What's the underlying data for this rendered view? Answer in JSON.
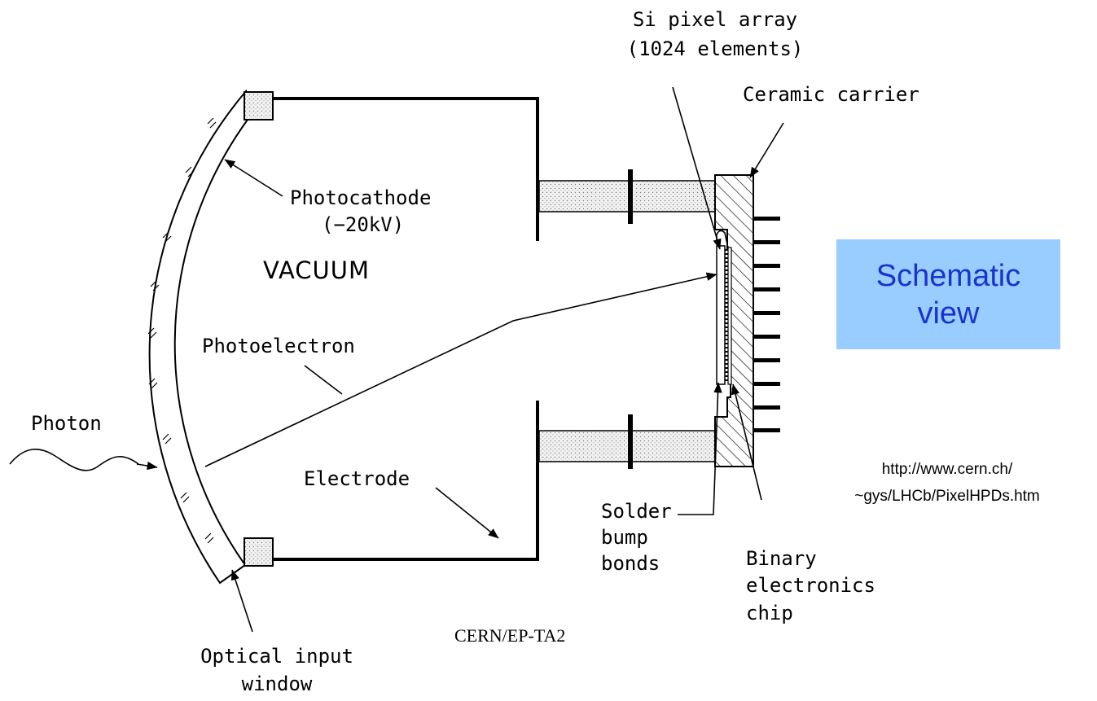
{
  "labels": {
    "si_pixel_array_1": "Si pixel array",
    "si_pixel_array_2": "(1024 elements)",
    "ceramic_carrier": "Ceramic carrier",
    "photocathode_1": "Photocathode",
    "photocathode_2": "(−20kV)",
    "vacuum": "VACUUM",
    "photoelectron": "Photoelectron",
    "photon": "Photon",
    "electrode": "Electrode",
    "solder_1": "Solder",
    "solder_2": "bump",
    "solder_3": "bonds",
    "binary_1": "Binary",
    "binary_2": "electronics",
    "binary_3": "chip",
    "optical_1": "Optical input",
    "optical_2": "window",
    "credit": "CERN/EP-TA2",
    "url_1": "http://www.cern.ch/",
    "url_2": "~gys/LHCb/PixelHPDs.htm"
  },
  "callout": {
    "line1": "Schematic",
    "line2": "view",
    "bg_color": "#99ccff",
    "text_color": "#1a33cc"
  },
  "colors": {
    "line": "#000000",
    "insulator_fill": "#ececec"
  }
}
